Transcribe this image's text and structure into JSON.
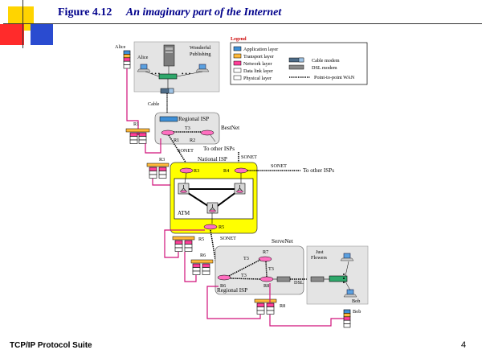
{
  "slide": {
    "figure_number": "Figure 4.12",
    "figure_title": "An imaginary part of the Internet",
    "footer_left": "TCP/IP Protocol Suite",
    "page_number": "4"
  },
  "legend": {
    "title": "Legend",
    "layers": [
      {
        "label": "Application layer",
        "color": "#3f8fd6"
      },
      {
        "label": "Transport layer",
        "color": "#ffb93a"
      },
      {
        "label": "Network layer",
        "color": "#ff3f98"
      },
      {
        "label": "Data link layer",
        "color": "#ffffff"
      },
      {
        "label": "Physical layer",
        "color": "#ffffff"
      }
    ],
    "cable_modem": "Cable modem",
    "dsl_modem": "DSL modem",
    "ptp_wan": "Point-to-point WAN"
  },
  "labels": {
    "alice_host": "Alice",
    "alice_lan": "Alice",
    "wonderful_publishing": [
      "Wonderful",
      "Publishing"
    ],
    "cable": "Cable",
    "regional_isp_top": "Regional ISP",
    "bestnet": "BestNet",
    "to_other_isps_1": "To other ISPs",
    "to_other_isps_2": "To other ISPs",
    "national_isp": "National ISP",
    "atm": "ATM",
    "servenet": "ServeNet",
    "just_flowers": [
      "Just",
      "Flowers"
    ],
    "regional_isp_bottom": "Regional ISP",
    "dsl": "DSL",
    "bob_lan": "Bob",
    "bob_host": "Bob",
    "sonet": "SONET",
    "t3": "T3"
  },
  "routers": {
    "r1": "R1",
    "r2": "R2",
    "r3": "R3",
    "r4": "R4",
    "r5": "R5",
    "r6": "R6",
    "r7": "R7",
    "r8": "R8"
  },
  "colors": {
    "title": "#00008b",
    "national_isp_fill": "#ffff00",
    "router_fill": "#ff6fc0",
    "link_magenta": "#d0107a",
    "legend_title": "#cc0000",
    "region_fill": "#e4e4e4"
  }
}
